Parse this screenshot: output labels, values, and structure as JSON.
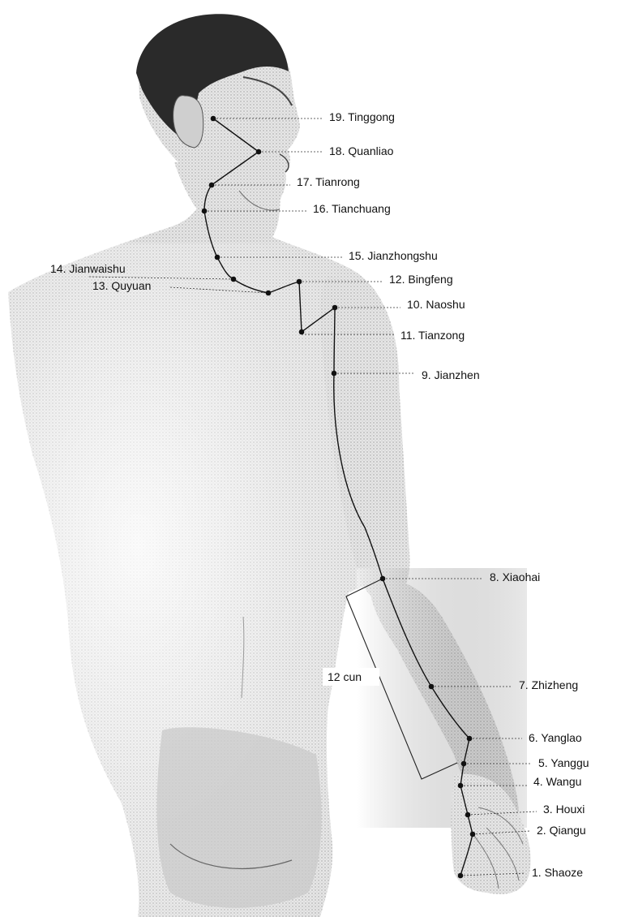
{
  "points": [
    {
      "num": "1.",
      "name": "Shaoze",
      "label": "1.  Shaoze"
    },
    {
      "num": "2.",
      "name": "Qiangu",
      "label": "2.  Qiangu"
    },
    {
      "num": "3.",
      "name": "Houxi",
      "label": "3.  Houxi"
    },
    {
      "num": "4.",
      "name": "Wangu",
      "label": "4.  Wangu"
    },
    {
      "num": "5.",
      "name": "Yanggu",
      "label": "5.  Yanggu"
    },
    {
      "num": "6.",
      "name": "Yanglao",
      "label": "6.  Yanglao"
    },
    {
      "num": "7.",
      "name": "Zhizheng",
      "label": "7.  Zhizheng"
    },
    {
      "num": "8.",
      "name": "Xiaohai",
      "label": "8.  Xiaohai"
    },
    {
      "num": "9.",
      "name": "Jianzhen",
      "label": "9.  Jianzhen"
    },
    {
      "num": "10.",
      "name": "Naoshu",
      "label": "10.  Naoshu"
    },
    {
      "num": "11.",
      "name": "Tianzong",
      "label": "11.  Tianzong"
    },
    {
      "num": "12.",
      "name": "Bingfeng",
      "label": "12.  Bingfeng"
    },
    {
      "num": "13.",
      "name": "Quyuan",
      "label": "13.  Quyuan"
    },
    {
      "num": "14.",
      "name": "Jianwaishu",
      "label": "14.  Jianwaishu"
    },
    {
      "num": "15.",
      "name": "Jianzhongshu",
      "label": "15.  Jianzhongshu"
    },
    {
      "num": "16.",
      "name": "Tianchuang",
      "label": "16.  Tianchuang"
    },
    {
      "num": "17.",
      "name": "Tianrong",
      "label": "17.  Tianrong"
    },
    {
      "num": "18.",
      "name": "Quanliao",
      "label": "18.  Quanliao"
    },
    {
      "num": "19.",
      "name": "Tinggong",
      "label": "19.  Tinggong"
    }
  ],
  "measure": {
    "label": "12  cun"
  },
  "colors": {
    "ink": "#111111",
    "skin_shadow": "#9a9a9a",
    "skin_light": "#dcdcdc",
    "hair": "#2a2a2a"
  }
}
